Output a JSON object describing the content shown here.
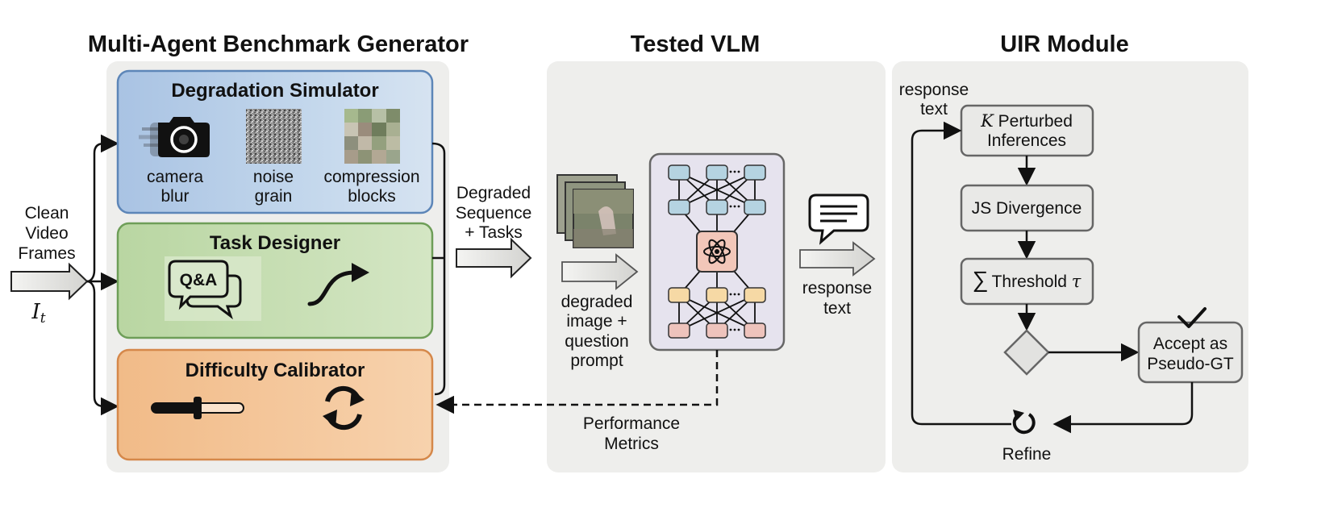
{
  "sections": {
    "generator": {
      "title": "Multi-Agent Benchmark Generator"
    },
    "vlm": {
      "title": "Tested VLM"
    },
    "uir": {
      "title": "UIR Module"
    }
  },
  "input": {
    "line1": "Clean",
    "line2": "Video",
    "line3": "Frames",
    "symbol": "I",
    "subscript": "t"
  },
  "degradation": {
    "title": "Degradation Simulator",
    "items": [
      {
        "icon": "camera-blur-icon",
        "line1": "camera",
        "line2": "blur"
      },
      {
        "icon": "noise-grain-icon",
        "line1": "noise",
        "line2": "grain"
      },
      {
        "icon": "compression-blocks-icon",
        "line1": "compression",
        "line2": "blocks"
      }
    ]
  },
  "task_designer": {
    "title": "Task Designer",
    "qa_text": "Q&A",
    "icons": [
      "qa-bubble-icon",
      "curved-arrow-icon"
    ]
  },
  "difficulty": {
    "title": "Difficulty Calibrator",
    "icons": [
      "slider-icon",
      "refresh-cycle-icon"
    ]
  },
  "flow": {
    "degraded_sequence": [
      "Degraded",
      "Sequence",
      "+ Tasks"
    ],
    "degraded_image": [
      "degraded",
      "image +",
      "question",
      "prompt"
    ],
    "response_text": [
      "response",
      "text"
    ],
    "performance_metrics": [
      "Performance",
      "Metrics"
    ]
  },
  "uir": {
    "response_text": [
      "response",
      "text"
    ],
    "perturbed": {
      "k": "K",
      "line1_rest": " Perturbed",
      "line2": "Inferences"
    },
    "js": "JS Divergence",
    "threshold": {
      "sigma": "∑",
      "text": "Threshold ",
      "tau": "τ"
    },
    "accept": [
      "Accept as",
      "Pseudo-GT"
    ],
    "refine": "Refine"
  },
  "colors": {
    "panel_bg": "#eeeeec",
    "degradation_fill": "#b7cde6",
    "degradation_stroke": "#5d86b8",
    "task_fill": "#c5ddb1",
    "task_stroke": "#6e9e58",
    "difficulty_fill": "#f3c395",
    "difficulty_stroke": "#d5884a",
    "vlm_fill": "#e6e3ee",
    "node_blue": "#b5d3e1",
    "node_yellow": "#f6d9a5",
    "node_red": "#eec3bc",
    "atom_fill": "#f2c7b9",
    "uir_box_fill": "#e9e9e7"
  }
}
